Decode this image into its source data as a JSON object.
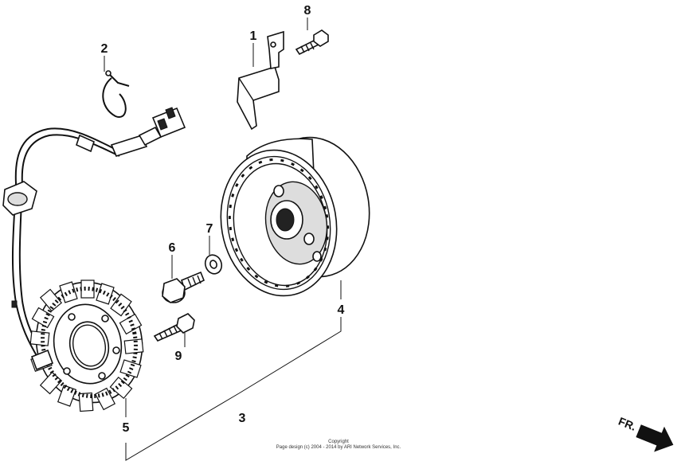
{
  "callouts": {
    "c1": "1",
    "c2": "2",
    "c3": "3",
    "c4": "4",
    "c5": "5",
    "c6": "6",
    "c7": "7",
    "c8": "8",
    "c9": "9"
  },
  "direction_label": "FR.",
  "copyright": {
    "line1": "Copyright",
    "line2": "Page design (c) 2004 - 2014 by ARI Network Services, Inc."
  }
}
